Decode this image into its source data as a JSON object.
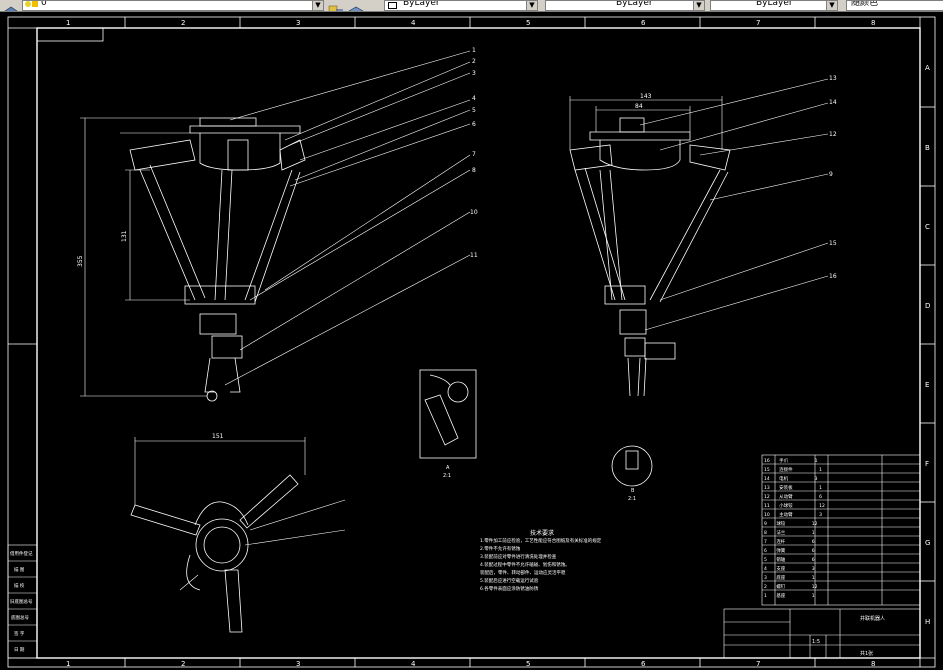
{
  "toolbar": {
    "layer_value": "0",
    "linetype_value": "ByLayer",
    "lineweight_value": "ByLayer",
    "plotstyle_value": "ByLayer",
    "color_value": "随颜色"
  },
  "frame": {
    "columns_top": [
      "1",
      "2",
      "3",
      "4",
      "5",
      "6",
      "7",
      "8"
    ],
    "columns_bottom": [
      "1",
      "2",
      "3",
      "4",
      "5",
      "6",
      "7",
      "8"
    ],
    "rows_right": [
      "A",
      "B",
      "C",
      "D",
      "E",
      "F",
      "G",
      "H"
    ]
  },
  "balloons": [
    "1",
    "2",
    "3",
    "4",
    "5",
    "6",
    "7",
    "8",
    "10",
    "11",
    "13",
    "14",
    "12",
    "9",
    "15",
    "16"
  ],
  "dims": {
    "front_height": "355",
    "front_inner": "131",
    "top_width": "151",
    "side_width": "143",
    "side_inner": "84"
  },
  "views": {
    "detail_label": "A",
    "detail_scale": "2:1",
    "section_label": "B",
    "section_scale": "2:1"
  },
  "notes": {
    "title": "技术要求",
    "lines": [
      "1.零件加工前应检验，工艺性能应符合图纸及有关标准的规定",
      "2.零件不允许有锈蚀",
      "3.装配前应对零件进行清洗处理并检查",
      "4.装配过程中零件不允许磕碰、划伤和锈蚀。",
      "  装配后，零件、转动部件、运动应灵活平稳",
      "5.装配后应进行空载运行试验",
      "6.各零件表面应涂防锈油防锈"
    ]
  },
  "bom_rows": [
    [
      "16",
      "手爪",
      "1"
    ],
    [
      "15",
      "连接件",
      "1"
    ],
    [
      "14",
      "电机",
      "3"
    ],
    [
      "13",
      "安装板",
      "1"
    ],
    [
      "12",
      "从动臂",
      "6"
    ],
    [
      "11",
      "小球铰",
      "12"
    ],
    [
      "10",
      "主动臂",
      "3"
    ],
    [
      "9",
      "球铰",
      "12"
    ],
    [
      "8",
      "法兰",
      "1"
    ],
    [
      "7",
      "连杆",
      "6"
    ],
    [
      "6",
      "弹簧",
      "6"
    ],
    [
      "5",
      "销轴",
      "6"
    ],
    [
      "4",
      "支座",
      "3"
    ],
    [
      "3",
      "底座",
      "1"
    ],
    [
      "2",
      "螺钉",
      "12"
    ],
    [
      "1",
      "基座",
      "1"
    ]
  ],
  "title_block": {
    "name": "并联机器人",
    "scale": "1:5",
    "sheet": "共1张"
  },
  "left_block": [
    "借用件登记",
    "描 图",
    "描 校",
    "旧底图总号",
    "底图总号",
    "签 字",
    "日 期"
  ]
}
